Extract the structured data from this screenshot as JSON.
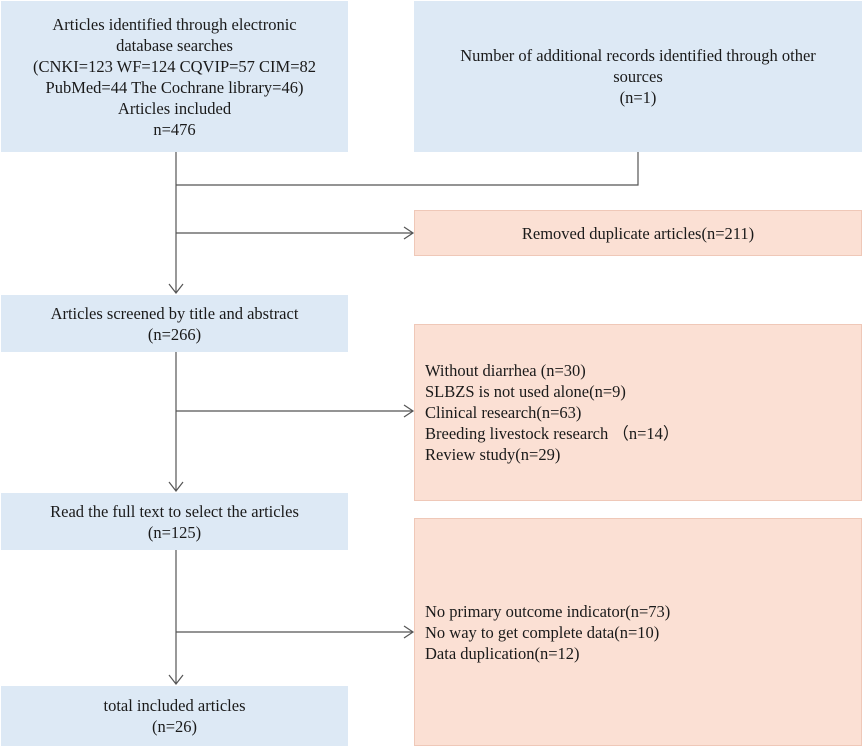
{
  "boxes": {
    "identified": {
      "lines": [
        "Articles  identified  through  electronic",
        "database searches",
        "(CNKI=123  WF=124  CQVIP=57  CIM=82",
        "PubMed=44 The Cochrane library=46)",
        "Articles included",
        "n=476"
      ]
    },
    "other_sources": {
      "lines": [
        "Number of additional records identified through other",
        "sources",
        "(n=1)"
      ]
    },
    "duplicates": {
      "lines": [
        "Removed duplicate articles(n=211)"
      ]
    },
    "screened": {
      "lines": [
        "Articles  screened by title  and abstract",
        "(n=266)"
      ]
    },
    "exclusion_1": {
      "lines": [
        "Without diarrhea (n=30)",
        "SLBZS is not used alone(n=9)",
        "Clinical research(n=63)",
        "Breeding livestock research （n=14）",
        "Review study(n=29)"
      ]
    },
    "full_text": {
      "lines": [
        "Read the full text to select the articles",
        "(n=125)"
      ]
    },
    "exclusion_2": {
      "lines": [
        "No primary outcome indicator(n=73)",
        "No way to get complete data(n=10)",
        "Data duplication(n=12)"
      ]
    },
    "included": {
      "lines": [
        "total included articles",
        "(n=26)"
      ]
    }
  },
  "colors": {
    "main_box": "#dde9f5",
    "exclusion_box": "#fbe0d4",
    "connector": "#555555"
  }
}
